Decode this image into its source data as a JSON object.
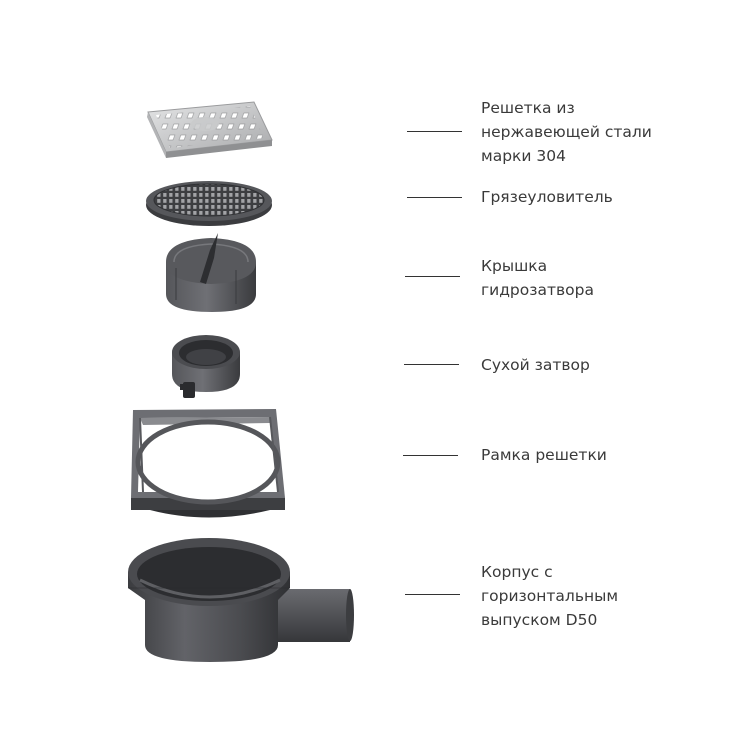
{
  "diagram": {
    "parts": [
      {
        "id": "grate",
        "icon": "stainless-grate-icon",
        "label": "Решетка из\nнержавеющей стали\nмарки 304"
      },
      {
        "id": "strainer",
        "icon": "dirt-strainer-icon",
        "label": "Грязеуловитель"
      },
      {
        "id": "trap-cap",
        "icon": "trap-cap-icon",
        "label": "Крышка\nгидрозатвора"
      },
      {
        "id": "dry-trap",
        "icon": "dry-trap-icon",
        "label": "Сухой затвор"
      },
      {
        "id": "frame",
        "icon": "grate-frame-icon",
        "label": "Рамка решетки"
      },
      {
        "id": "body",
        "icon": "drain-body-icon",
        "label": "Корпус с\nгоризонтальным\nвыпуском D50"
      }
    ],
    "colors": {
      "steel": "#c9cacb",
      "plastic_dark": "#3f4043",
      "plastic_mid": "#5a5b5f",
      "plastic_light": "#7a7b80",
      "text": "#3a3a3a"
    }
  }
}
